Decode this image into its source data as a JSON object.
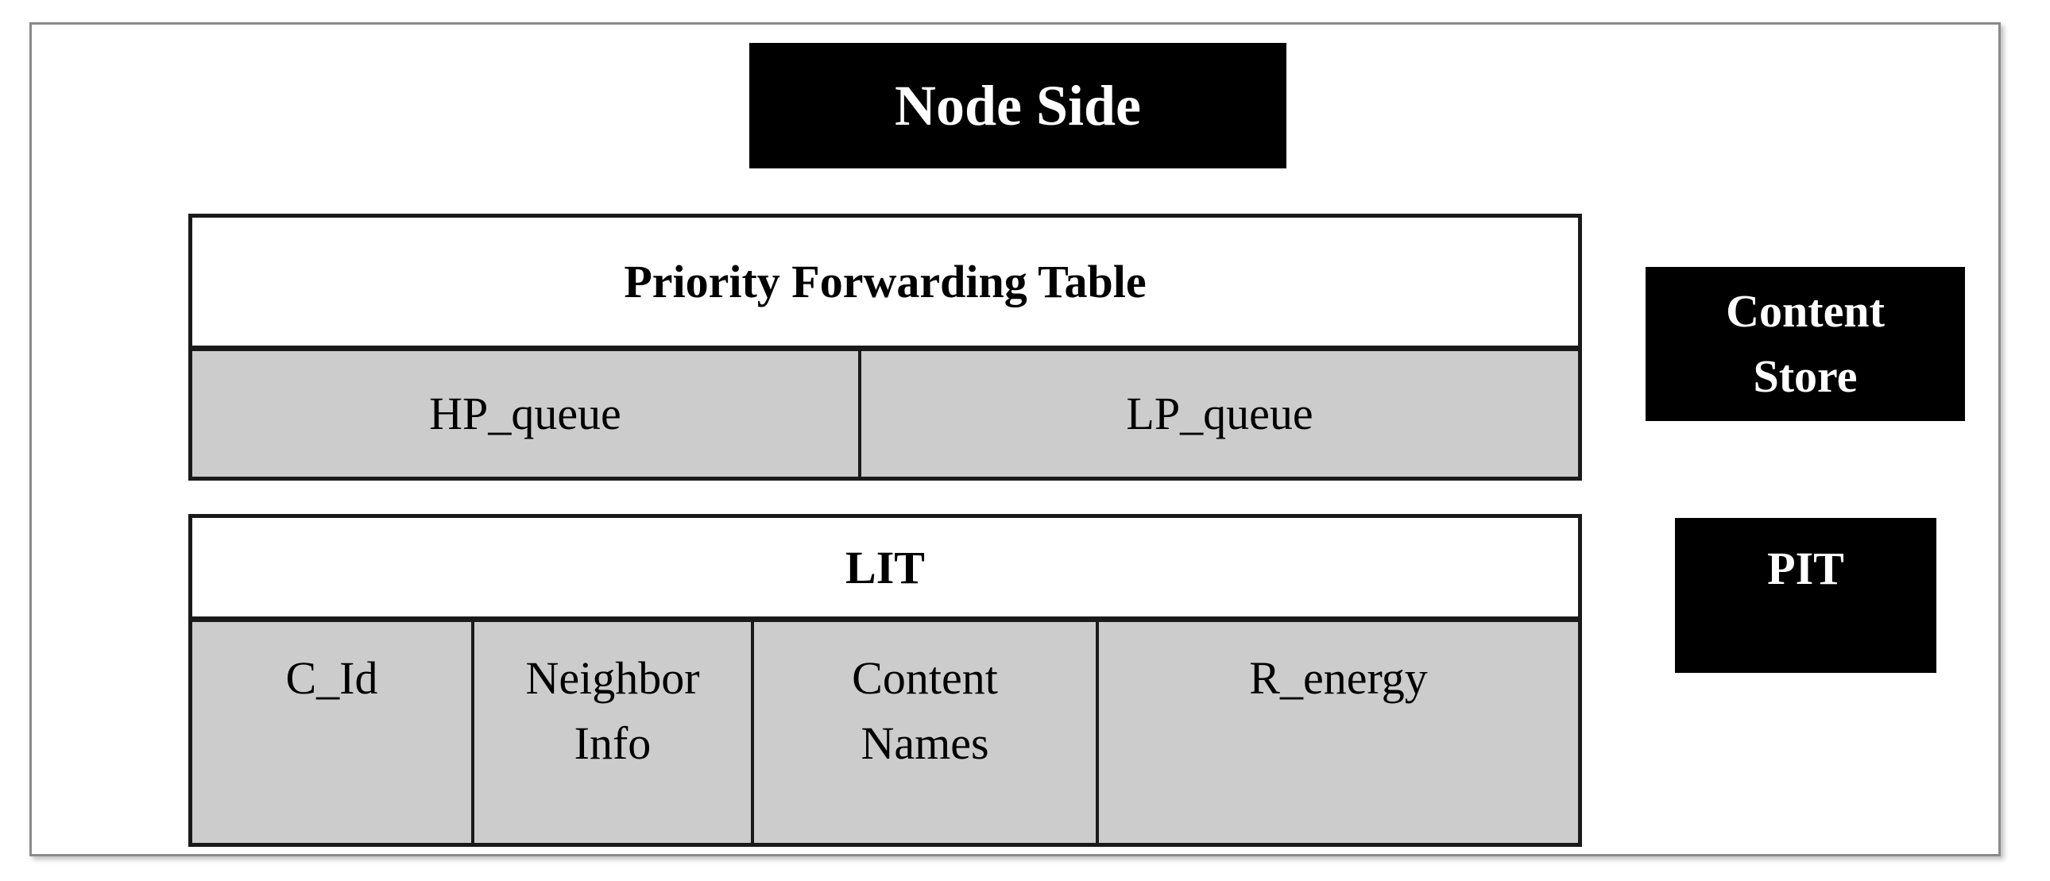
{
  "title": "Node Side",
  "priority_forwarding_table": {
    "header": "Priority Forwarding Table",
    "columns": [
      "HP_queue",
      "LP_queue"
    ]
  },
  "lit": {
    "header": "LIT",
    "columns": [
      "C_Id",
      "Neighbor\nInfo",
      "Content\nNames",
      "R_energy"
    ]
  },
  "content_store": "Content\nStore",
  "pit": "PIT"
}
